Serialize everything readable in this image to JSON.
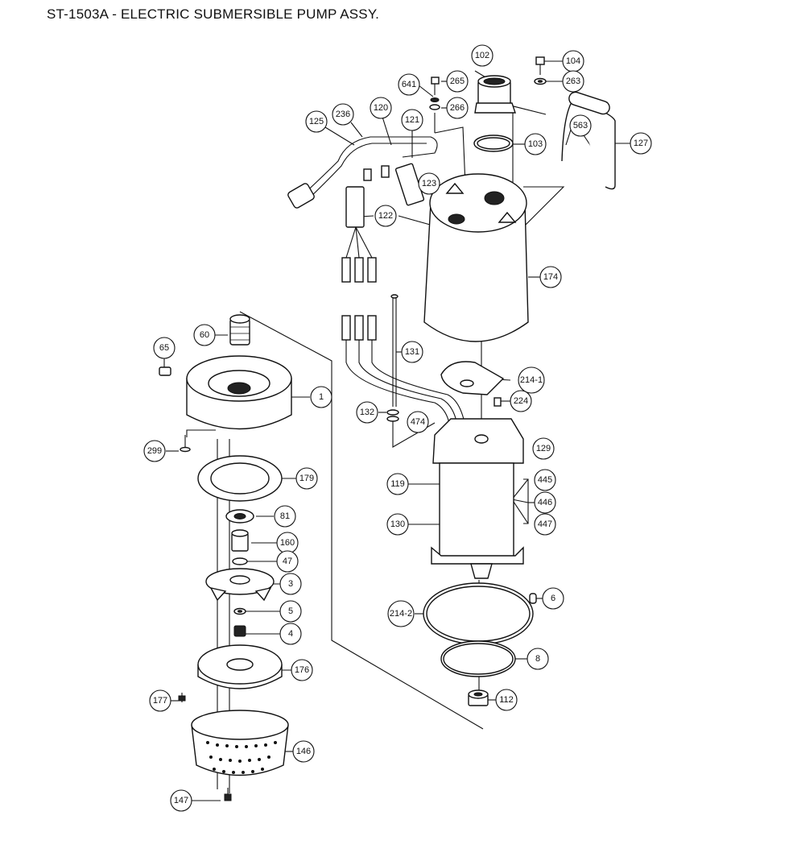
{
  "title": "ST-1503A - ELECTRIC SUBMERSIBLE PUMP ASSY.",
  "callouts": [
    {
      "id": "c102",
      "label": "102"
    },
    {
      "id": "c104",
      "label": "104"
    },
    {
      "id": "c263",
      "label": "263"
    },
    {
      "id": "c641",
      "label": "641"
    },
    {
      "id": "c265",
      "label": "265"
    },
    {
      "id": "c266",
      "label": "266"
    },
    {
      "id": "c120",
      "label": "120"
    },
    {
      "id": "c236",
      "label": "236"
    },
    {
      "id": "c125",
      "label": "125"
    },
    {
      "id": "c121",
      "label": "121"
    },
    {
      "id": "c563",
      "label": "563"
    },
    {
      "id": "c127",
      "label": "127"
    },
    {
      "id": "c103",
      "label": "103"
    },
    {
      "id": "c123",
      "label": "123"
    },
    {
      "id": "c122",
      "label": "122"
    },
    {
      "id": "c174",
      "label": "174"
    },
    {
      "id": "c60",
      "label": "60"
    },
    {
      "id": "c65",
      "label": "65"
    },
    {
      "id": "c131",
      "label": "131"
    },
    {
      "id": "c214-1",
      "label": "214-1"
    },
    {
      "id": "c1",
      "label": "1"
    },
    {
      "id": "c224",
      "label": "224"
    },
    {
      "id": "c132",
      "label": "132"
    },
    {
      "id": "c474",
      "label": "474"
    },
    {
      "id": "c299",
      "label": "299"
    },
    {
      "id": "c129",
      "label": "129"
    },
    {
      "id": "c179",
      "label": "179"
    },
    {
      "id": "c119",
      "label": "119"
    },
    {
      "id": "c445",
      "label": "445"
    },
    {
      "id": "c446",
      "label": "446"
    },
    {
      "id": "c81",
      "label": "81"
    },
    {
      "id": "c130",
      "label": "130"
    },
    {
      "id": "c447",
      "label": "447"
    },
    {
      "id": "c160",
      "label": "160"
    },
    {
      "id": "c47",
      "label": "47"
    },
    {
      "id": "c3",
      "label": "3"
    },
    {
      "id": "c6",
      "label": "6"
    },
    {
      "id": "c214-2",
      "label": "214-2"
    },
    {
      "id": "c5",
      "label": "5"
    },
    {
      "id": "c4",
      "label": "4"
    },
    {
      "id": "c8",
      "label": "8"
    },
    {
      "id": "c176",
      "label": "176"
    },
    {
      "id": "c177",
      "label": "177"
    },
    {
      "id": "c112",
      "label": "112"
    },
    {
      "id": "c146",
      "label": "146"
    },
    {
      "id": "c147",
      "label": "147"
    }
  ]
}
